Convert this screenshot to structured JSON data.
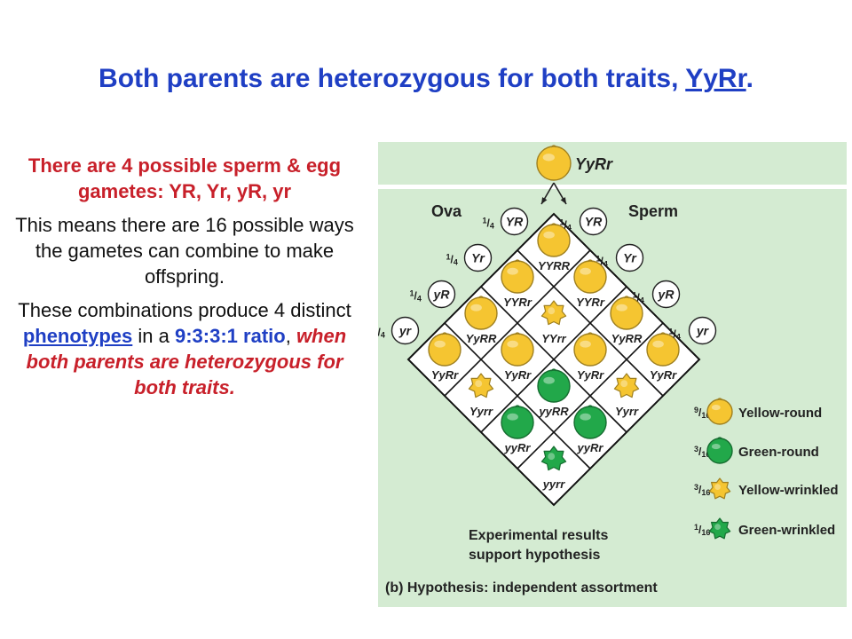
{
  "title": {
    "prefix": "Both parents are heterozygous for both traits, ",
    "genotype": "YyRr",
    "suffix": "."
  },
  "text": {
    "p1": "There are 4 possible sperm & egg gametes: YR, Yr, yR, yr",
    "p2": "This means there are 16 possible ways the gametes can combine to make offspring.",
    "p3_a": "These combinations produce 4 distinct ",
    "p3_link": "phenotypes",
    "p3_b": " in a ",
    "p3_ratio": "9:3:3:1 ratio",
    "p3_c": ", ",
    "p3_red": "when both parents are heterozygous for both traits."
  },
  "figure": {
    "parent_genotype": "YyRr",
    "ova_label": "Ova",
    "sperm_label": "Sperm",
    "gamete_fraction": "1/4",
    "ova_gametes": [
      "YR",
      "Yr",
      "yR",
      "yr"
    ],
    "sperm_gametes": [
      "YR",
      "Yr",
      "yR",
      "yr"
    ],
    "grid": [
      [
        "YYRR",
        "YYRr",
        "YyRR",
        "YyRr"
      ],
      [
        "YYRr",
        "YYrr",
        "YyRr",
        "Yyrr"
      ],
      [
        "YyRR",
        "YyRr",
        "yyRR",
        "yyRr"
      ],
      [
        "YyRr",
        "Yyrr",
        "yyRr",
        "yyrr"
      ]
    ],
    "legend": [
      {
        "fraction": "9/16",
        "label": "Yellow-round",
        "color": "#f5c531",
        "shape": "round"
      },
      {
        "fraction": "3/16",
        "label": "Green-round",
        "color": "#22a84a",
        "shape": "round"
      },
      {
        "fraction": "3/16",
        "label": "Yellow-wrinkled",
        "color": "#f5c531",
        "shape": "wrinkled"
      },
      {
        "fraction": "1/16",
        "label": "Green-wrinkled",
        "color": "#22a84a",
        "shape": "wrinkled"
      }
    ],
    "result_line1": "Experimental results",
    "result_line2": "support hypothesis",
    "caption": "(b) Hypothesis: independent assortment",
    "colors": {
      "panel": "#d4ebd2",
      "yellow": "#f5c531",
      "green": "#22a84a",
      "title_blue": "#1f3fc4",
      "red": "#c8202a"
    }
  }
}
